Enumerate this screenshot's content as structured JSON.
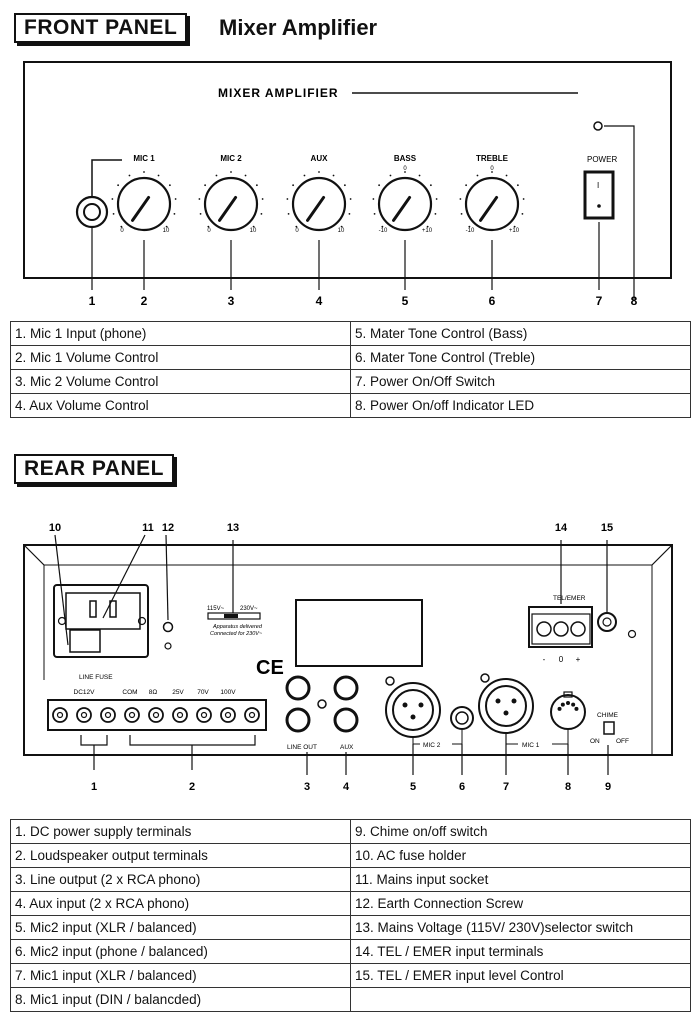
{
  "front": {
    "header": "FRONT PANEL",
    "subtitle": "Mixer Amplifier",
    "panel_title": "MIXER AMPLIFIER",
    "knobs": [
      {
        "label": "MIC 1",
        "min": "0",
        "max": "10"
      },
      {
        "label": "MIC 2",
        "min": "0",
        "max": "10"
      },
      {
        "label": "AUX",
        "min": "0",
        "max": "10"
      },
      {
        "label": "BASS",
        "center": "0",
        "min": "-10",
        "max": "+10"
      },
      {
        "label": "TREBLE",
        "center": "0",
        "min": "-10",
        "max": "+10"
      }
    ],
    "power_label": "POWER",
    "switch_on": "I",
    "callouts": [
      "1",
      "2",
      "3",
      "4",
      "5",
      "6",
      "7",
      "8"
    ],
    "legend": [
      "1. Mic 1 Input (phone)",
      "2. Mic 1 Volume Control",
      "3. Mic 2 Volume Control",
      "4. Aux Volume Control",
      "5. Mater Tone Control (Bass)",
      "6. Mater Tone Control (Treble)",
      "7. Power On/Off Switch",
      "8. Power On/off Indicator LED"
    ]
  },
  "rear": {
    "header": "REAR PANEL",
    "callouts": [
      "1",
      "2",
      "3",
      "4",
      "5",
      "6",
      "7",
      "8",
      "9",
      "10",
      "11",
      "12",
      "13",
      "14",
      "15"
    ],
    "voltage_left": "115V~",
    "voltage_right": "230V~",
    "voltage_note_1": "Apparatus delivered",
    "voltage_note_2": "Connected for 230V~",
    "ce_mark": "CE",
    "line_fuse": "LINE FUSE",
    "terminal_labels": [
      "DC12V",
      "COM",
      "8Ω",
      "25V",
      "70V",
      "100V"
    ],
    "line_out": "LINE OUT",
    "aux": "AUX",
    "mic2": "MIC 2",
    "mic1": "MIC 1",
    "chime": "CHIME",
    "chime_on": "ON",
    "chime_off": "OFF",
    "tel_emer": "TEL/EMER",
    "tel_signs": [
      "-",
      "0",
      "+"
    ],
    "legend": [
      "1. DC power supply terminals",
      "2. Loudspeaker output terminals",
      "3. Line output (2 x RCA phono)",
      "4. Aux input (2 x RCA phono)",
      "5. Mic2 input (XLR / balanced)",
      "6. Mic2 input (phone / balanced)",
      "7. Mic1 input (XLR / balanced)",
      "8. Mic1 input (DIN / balancded)",
      "9. Chime on/off switch",
      "10. AC fuse holder",
      "11. Mains input socket",
      "12. Earth Connection Screw",
      "13. Mains Voltage (115V/ 230V)selector switch",
      "14. TEL / EMER input terminals",
      "15. TEL / EMER input level Control",
      ""
    ]
  }
}
